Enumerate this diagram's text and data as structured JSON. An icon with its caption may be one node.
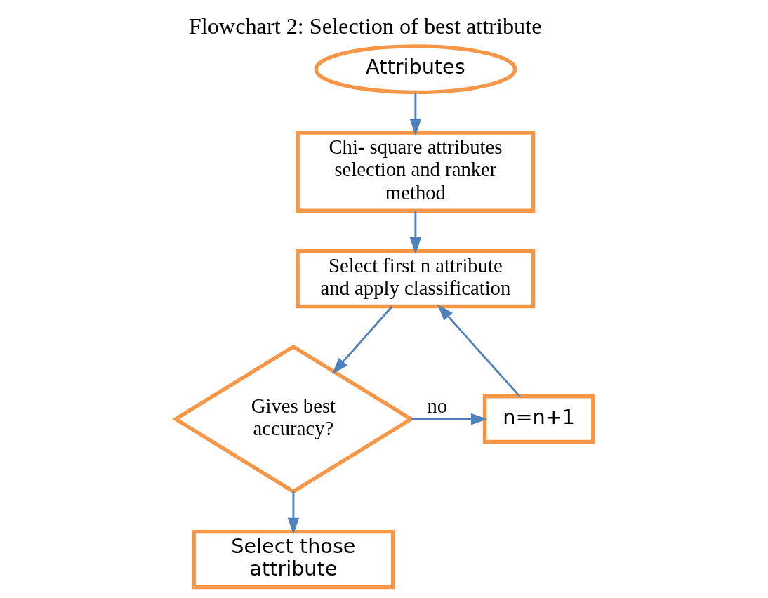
{
  "diagram": {
    "title": "Flowchart 2: Selection of best attribute",
    "nodes": [
      {
        "text": [
          "Attributes"
        ]
      },
      {
        "text": [
          "Chi- square attributes selection and ranker method"
        ]
      },
      {
        "text": [
          "Select first n attribute and apply classification"
        ]
      },
      {
        "text": [
          "Gives best accuracy?"
        ]
      },
      {
        "text": [
          "n=n+1"
        ]
      },
      {
        "text": [
          "Select those attribute"
        ]
      }
    ],
    "edges": [
      {
        "from": 0,
        "to": 1,
        "arrow": "to"
      },
      {
        "from": 1,
        "to": 2,
        "arrow": "to"
      },
      {
        "from": 2,
        "to": 3,
        "arrow": "to"
      },
      {
        "from": 3,
        "to": 4,
        "arrow": "to",
        "label": "no"
      },
      {
        "from": 4,
        "to": 2,
        "arrow": "to"
      },
      {
        "from": 3,
        "to": 5,
        "arrow": "to"
      }
    ]
  }
}
